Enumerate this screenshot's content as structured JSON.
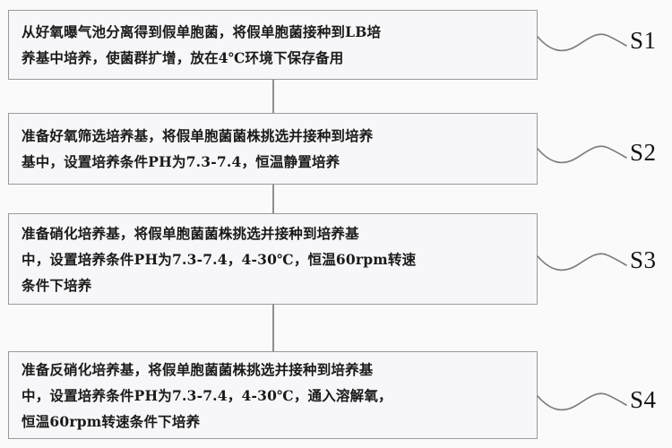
{
  "diagram": {
    "type": "flowchart",
    "orientation": "vertical",
    "background_color": "#fbfafb",
    "box_fill_color": "#f7f6f8",
    "box_border_color": "#9a9a9a",
    "connector_color": "#8f8f8f",
    "text_color": "#1a1a1a",
    "steps": [
      {
        "id": "S1",
        "label": "S1",
        "text": "从好氧曝气池分离得到假单胞菌，将假单胞菌接种到LB培\n养基中培养，使菌群扩增，放在4℃环境下保存备用"
      },
      {
        "id": "S2",
        "label": "S2",
        "text": "准备好氧筛选培养基，将假单胞菌菌株挑选并接种到培养\n基中，设置培养条件PH为7.3-7.4，恒温静置培养"
      },
      {
        "id": "S3",
        "label": "S3",
        "text": "准备硝化培养基，将假单胞菌菌株挑选并接种到培养基\n中，设置培养条件PH为7.3-7.4，4-30℃，恒温60rpm转速\n条件下培养"
      },
      {
        "id": "S4",
        "label": "S4",
        "text": "准备反硝化培养基，将假单胞菌菌株挑选并接种到培养基\n中，设置培养条件PH为7.3-7.4，4-30℃，通入溶解氧，\n恒温60rpm转速条件下培养"
      }
    ],
    "connectors": [
      {
        "from": "S1",
        "to": "S2",
        "arrow": "down"
      },
      {
        "from": "S2",
        "to": "S3",
        "arrow": "down"
      },
      {
        "from": "S3",
        "to": "S4",
        "arrow": "down"
      }
    ]
  }
}
